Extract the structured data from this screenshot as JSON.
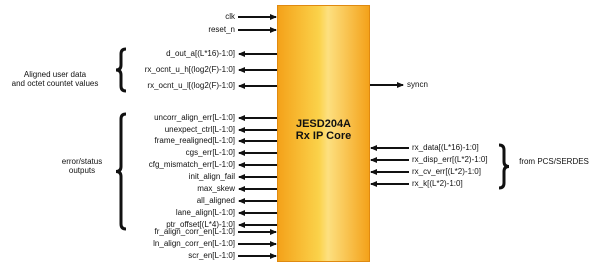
{
  "core": {
    "title": "JESD204A\nRx IP Core",
    "color": "#f9c03a"
  },
  "left_inputs": [
    {
      "label": "clk",
      "dir": "in"
    },
    {
      "label": "reset_n",
      "dir": "in"
    }
  ],
  "left_user": [
    {
      "label": "d_out_a[(L*16)-1:0]",
      "dir": "out"
    },
    {
      "label": "rx_ocnt_u_h[(log2(F)-1:0]",
      "dir": "out"
    },
    {
      "label": "rx_ocnt_u_l[(log2(F)-1:0]",
      "dir": "out"
    }
  ],
  "left_status": [
    {
      "label": "uncorr_align_err[L-1:0]",
      "dir": "out"
    },
    {
      "label": "unexpect_ctrl[L-1:0]",
      "dir": "out"
    },
    {
      "label": "frame_realigned[L-1:0]",
      "dir": "out"
    },
    {
      "label": "cgs_err[L-1:0]",
      "dir": "out"
    },
    {
      "label": "cfg_mismatch_err[L-1:0]",
      "dir": "out"
    },
    {
      "label": "init_align_fail",
      "dir": "out"
    },
    {
      "label": "max_skew",
      "dir": "out"
    },
    {
      "label": "all_aligned",
      "dir": "out"
    },
    {
      "label": "lane_align[L-1:0]",
      "dir": "out"
    },
    {
      "label": "ptr_offset[(L*4)-1:0]",
      "dir": "out"
    }
  ],
  "left_ctrl": [
    {
      "label": "fr_align_corr_en[L-1:0]",
      "dir": "in"
    },
    {
      "label": "ln_align_corr_en[L-1:0]",
      "dir": "in"
    },
    {
      "label": "scr_en[L-1:0]",
      "dir": "in"
    }
  ],
  "right_out": [
    {
      "label": "syncn",
      "dir": "out"
    }
  ],
  "right_in": [
    {
      "label": "rx_data[(L*16)-1:0]",
      "dir": "in"
    },
    {
      "label": "rx_disp_err[(L*2)-1:0]",
      "dir": "in"
    },
    {
      "label": "rx_cv_err[(L*2)-1:0]",
      "dir": "in"
    },
    {
      "label": "rx_k[(L*2)-1:0]",
      "dir": "in"
    }
  ],
  "groups": {
    "user": "Aligned user data\nand octet countet values",
    "status": "error/status\noutputs",
    "serdes": "from PCS/SERDES"
  }
}
